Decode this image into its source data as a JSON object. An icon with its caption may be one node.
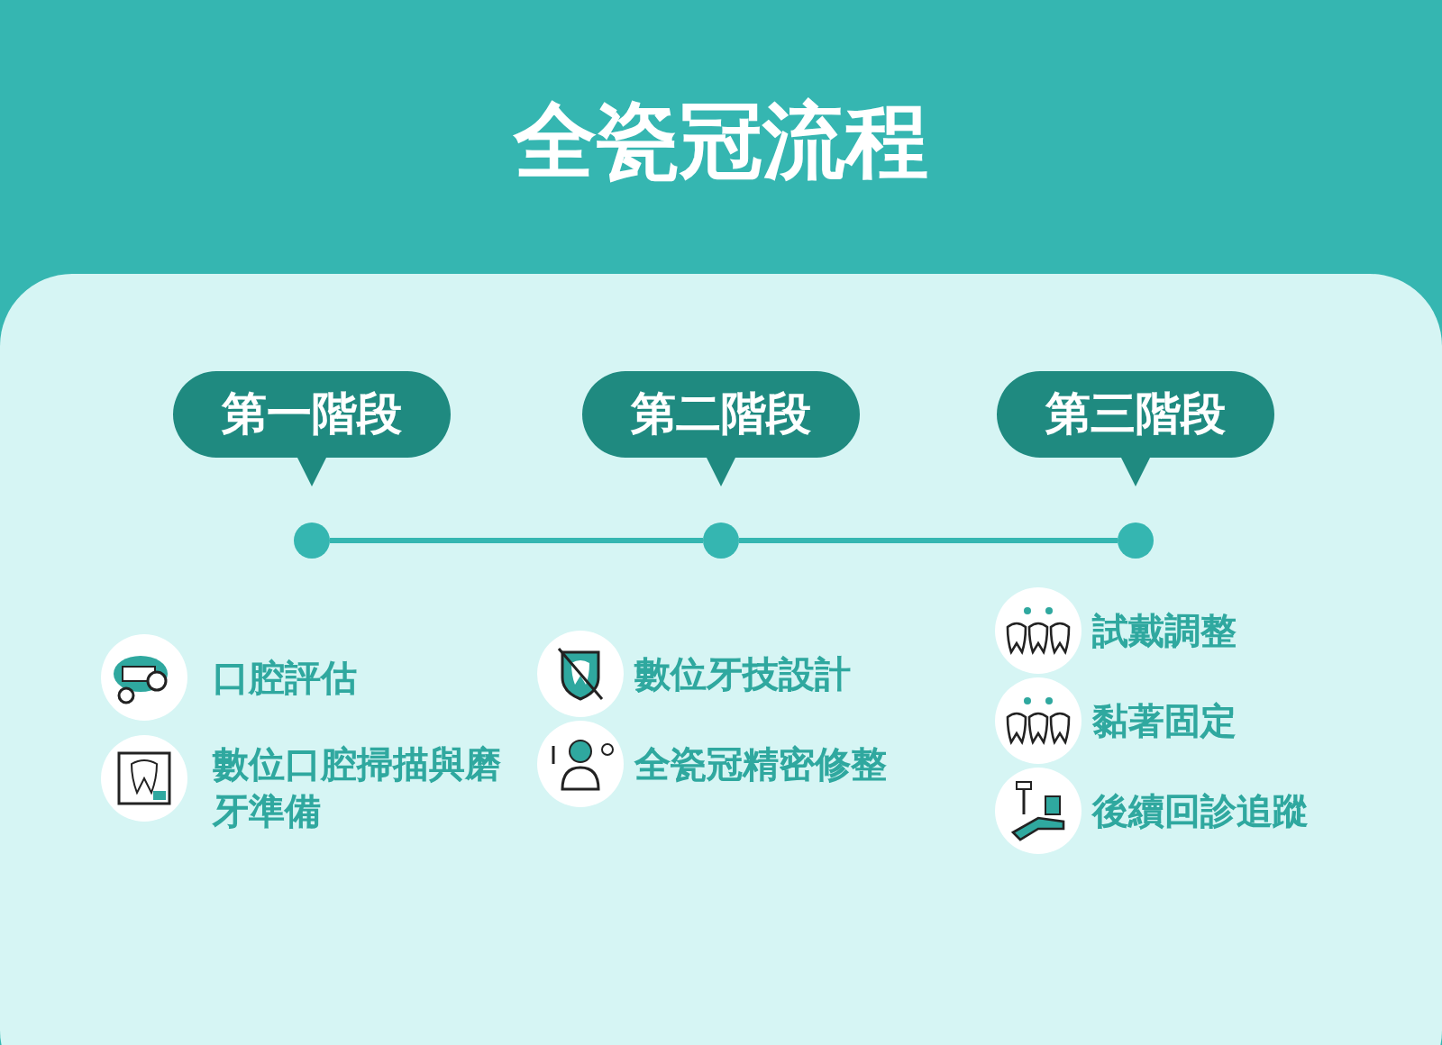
{
  "diagram": {
    "title": "全瓷冠流程",
    "nodes": [
      {
        "text": [
          "第一階段"
        ]
      },
      {
        "text": [
          "第二階段"
        ]
      },
      {
        "text": [
          "第三階段"
        ]
      },
      {
        "text": [],
        "shape": "circle"
      },
      {
        "text": [],
        "shape": "circle"
      },
      {
        "text": [],
        "shape": "circle"
      }
    ],
    "edges": [
      {
        "from": 3,
        "to": 4,
        "arrow": "none"
      },
      {
        "from": 4,
        "to": 5,
        "arrow": "none"
      }
    ],
    "labels": [
      "口腔評估",
      "數位口腔掃描與磨牙準備",
      "數位牙技設計",
      "全瓷冠精密修整",
      "試戴調整",
      "黏著固定",
      "後續回診追蹤"
    ]
  }
}
